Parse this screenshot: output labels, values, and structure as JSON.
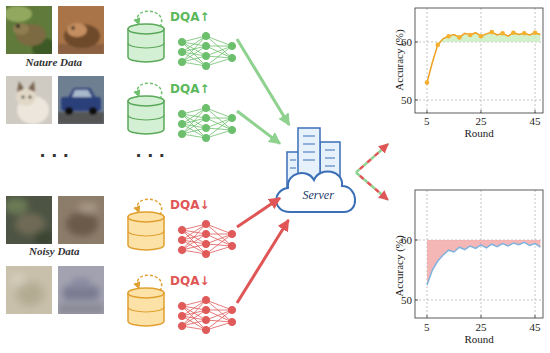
{
  "diagram": {
    "nodes": [
      {
        "text": [
          "DQA↑"
        ]
      },
      {
        "text": [
          "DQA↑"
        ]
      },
      {
        "text": [
          "DQA↓"
        ]
      },
      {
        "text": [
          "DQA↓"
        ]
      },
      {
        "text": [
          "Server"
        ]
      },
      {
        "text": [
          "Accuracy (%)",
          "60",
          "50",
          "5",
          "25",
          "45",
          "Round"
        ]
      },
      {
        "text": [
          "Accuracy (%)",
          "60",
          "50",
          "5",
          "25",
          "45",
          "Round"
        ]
      }
    ],
    "edges": [
      {
        "from": 0,
        "to": 4,
        "arrow": "to"
      },
      {
        "from": 1,
        "to": 4,
        "arrow": "to"
      },
      {
        "from": 2,
        "to": 4,
        "arrow": "to"
      },
      {
        "from": 3,
        "to": 4,
        "arrow": "to"
      },
      {
        "from": 4,
        "to": 5,
        "arrow": "to"
      },
      {
        "from": 4,
        "to": 6,
        "arrow": "to"
      }
    ],
    "labels": [
      "Nature Data",
      "· · ·",
      "· · ·",
      "Noisy Data"
    ]
  }
}
